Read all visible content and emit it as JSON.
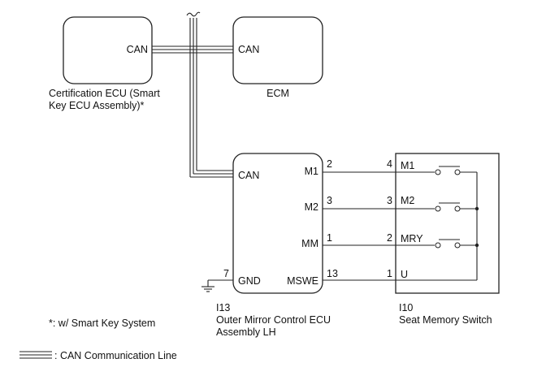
{
  "components": {
    "certification_ecu": {
      "name_line1": "Certification ECU (Smart",
      "name_line2": "Key ECU Assembly)*",
      "pin_can": "CAN"
    },
    "ecm": {
      "name": "ECM",
      "pin_can": "CAN"
    },
    "mirror_ecu": {
      "code": "I13",
      "name_line1": "Outer Mirror Control ECU",
      "name_line2": "Assembly LH",
      "pins": {
        "can": "CAN",
        "m1": "M1",
        "m2": "M2",
        "mm": "MM",
        "gnd": "GND",
        "mswe": "MSWE"
      },
      "pin_numbers": {
        "m1": "2",
        "m2": "3",
        "mm": "1",
        "gnd": "7",
        "mswe": "13"
      }
    },
    "seat_switch": {
      "code": "I10",
      "name": "Seat Memory Switch",
      "pins": {
        "m1": "M1",
        "m2": "M2",
        "mry": "MRY",
        "u": "U"
      },
      "pin_numbers": {
        "m1": "4",
        "m2": "3",
        "mry": "2",
        "u": "1"
      }
    }
  },
  "notes": {
    "footnote": "*: w/ Smart Key System",
    "legend": ": CAN Communication Line"
  }
}
